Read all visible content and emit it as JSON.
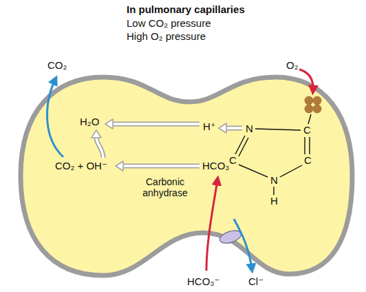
{
  "diagram": {
    "title": "In pulmonary capillaries",
    "labels": [
      "Low CO₂ pressure",
      "High O₂ pressure",
      "CO₂",
      "O₂",
      "H₂O",
      "H⁺",
      "N",
      "C",
      "CO₂ + OH⁻",
      "HCO₃⁻",
      "C",
      "C",
      "Carbonic anhydrase",
      "N",
      "H",
      "HCO₃⁻",
      "Cl⁻"
    ]
  }
}
